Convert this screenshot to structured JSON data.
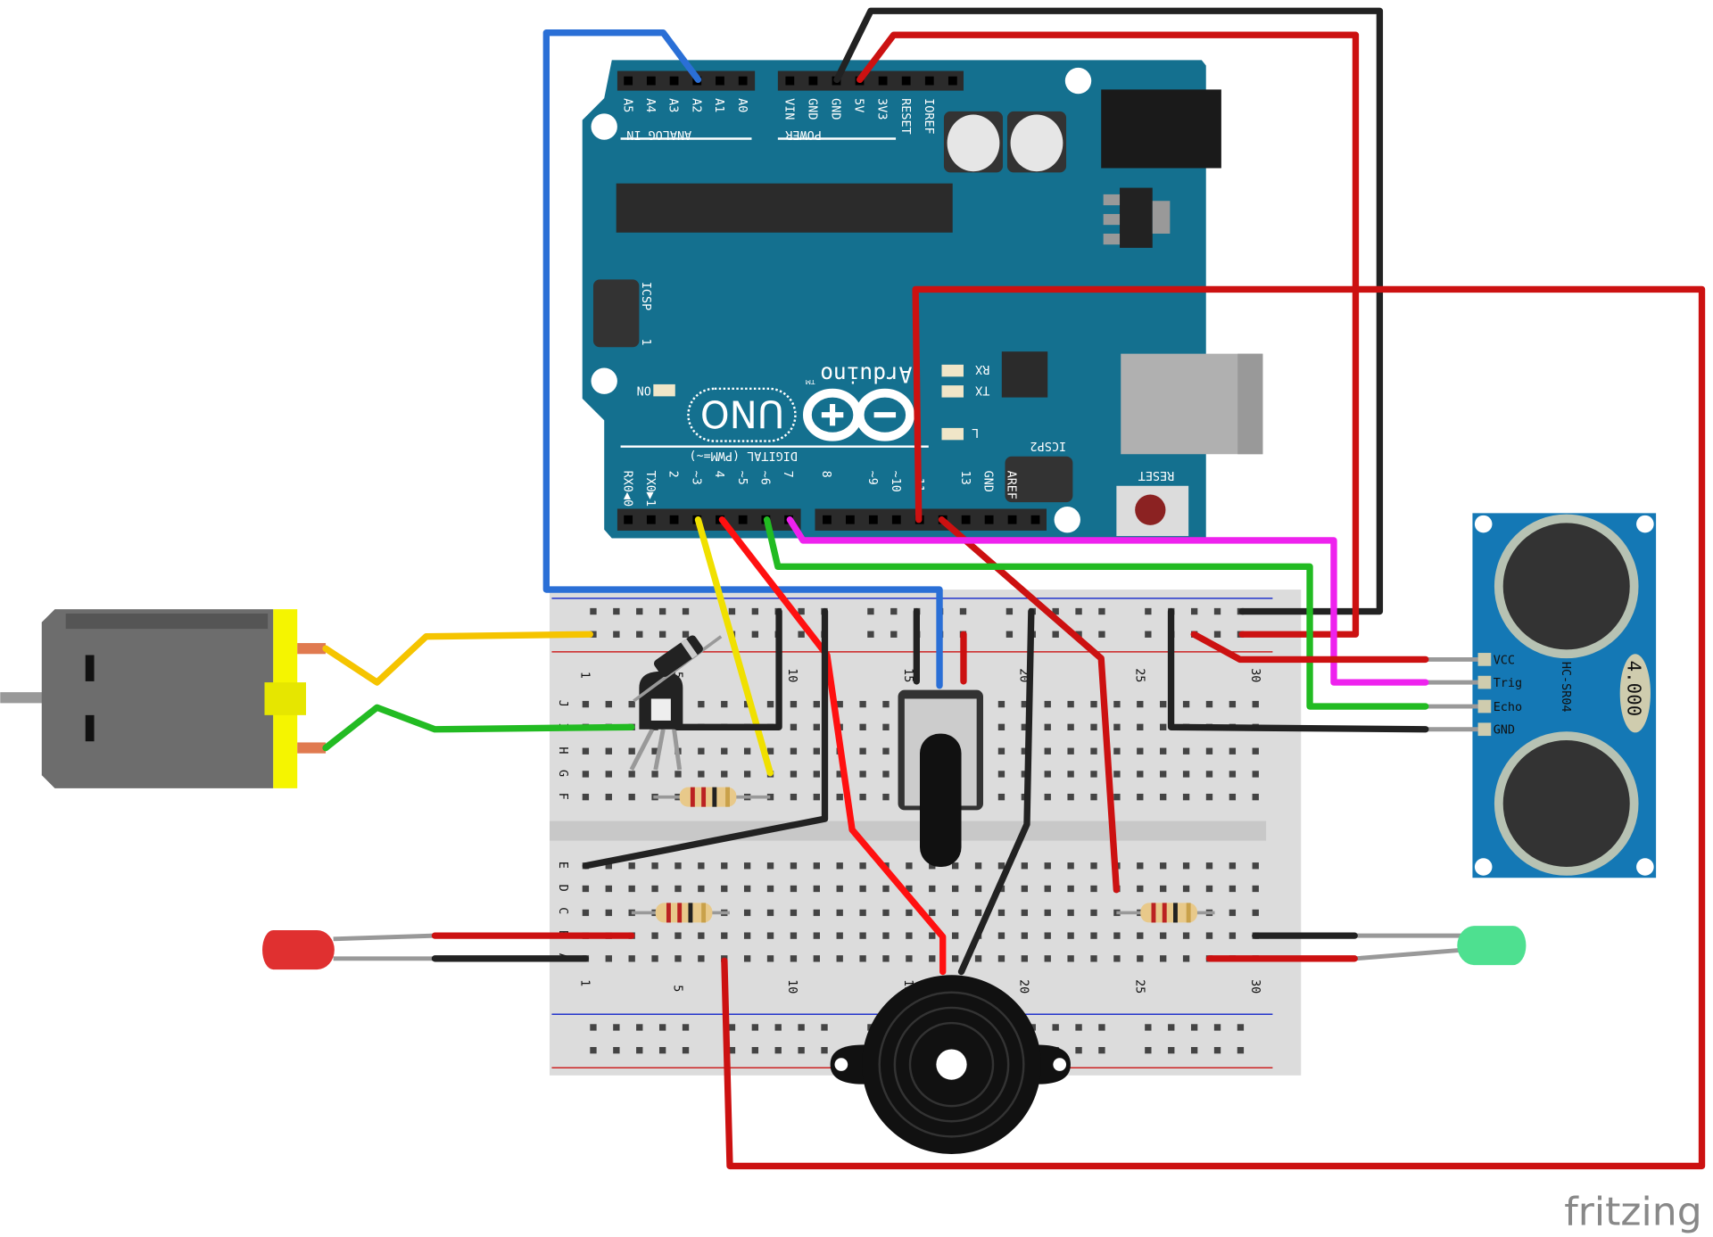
{
  "arduino": {
    "brand": "Arduino",
    "tm": "TM",
    "model": "UNO",
    "analog_header": [
      "A5",
      "A4",
      "A3",
      "A2",
      "A1",
      "A0"
    ],
    "analog_title": "ANALOG IN",
    "power_header": [
      "VIN",
      "GND",
      "GND",
      "5V",
      "3V3",
      "RESET",
      "IOREF"
    ],
    "power_title": "POWER",
    "digital_low": [
      "RX0◀0",
      "TX0▶1",
      "2",
      "~3",
      "4",
      "~5",
      "~6",
      "7"
    ],
    "digital_high": [
      "8",
      "~9",
      "~10",
      "~11",
      "13",
      "GND",
      "AREF"
    ],
    "digital_title": "DIGITAL (PWM=~)",
    "icsp": "ICSP",
    "icsp2": "ICSP2",
    "icsp_pin": "1",
    "led_on": "ON",
    "led_rx": "RX",
    "led_tx": "TX",
    "led_l": "L",
    "reset": "RESET"
  },
  "sensor": {
    "name": "HC-SR04",
    "crystal": "4.000",
    "pins": [
      "VCC",
      "Trig",
      "Echo",
      "GND"
    ]
  },
  "breadboard": {
    "row_letters_top": [
      "J",
      "I",
      "H",
      "G",
      "F"
    ],
    "row_letters_bottom": [
      "E",
      "D",
      "C",
      "B",
      "A"
    ],
    "column_numbers": [
      "1",
      "5",
      "10",
      "15",
      "20",
      "25",
      "30"
    ]
  },
  "watermark": "fritzing",
  "colors": {
    "board": "#14708f",
    "sensor": "#1478b5",
    "red": "#cc1111",
    "black": "#222222",
    "blue": "#2a6fd6",
    "green": "#22bb22",
    "yellow": "#f0e000",
    "magenta": "#ee22ee",
    "motor_wire": "#f5c400"
  }
}
